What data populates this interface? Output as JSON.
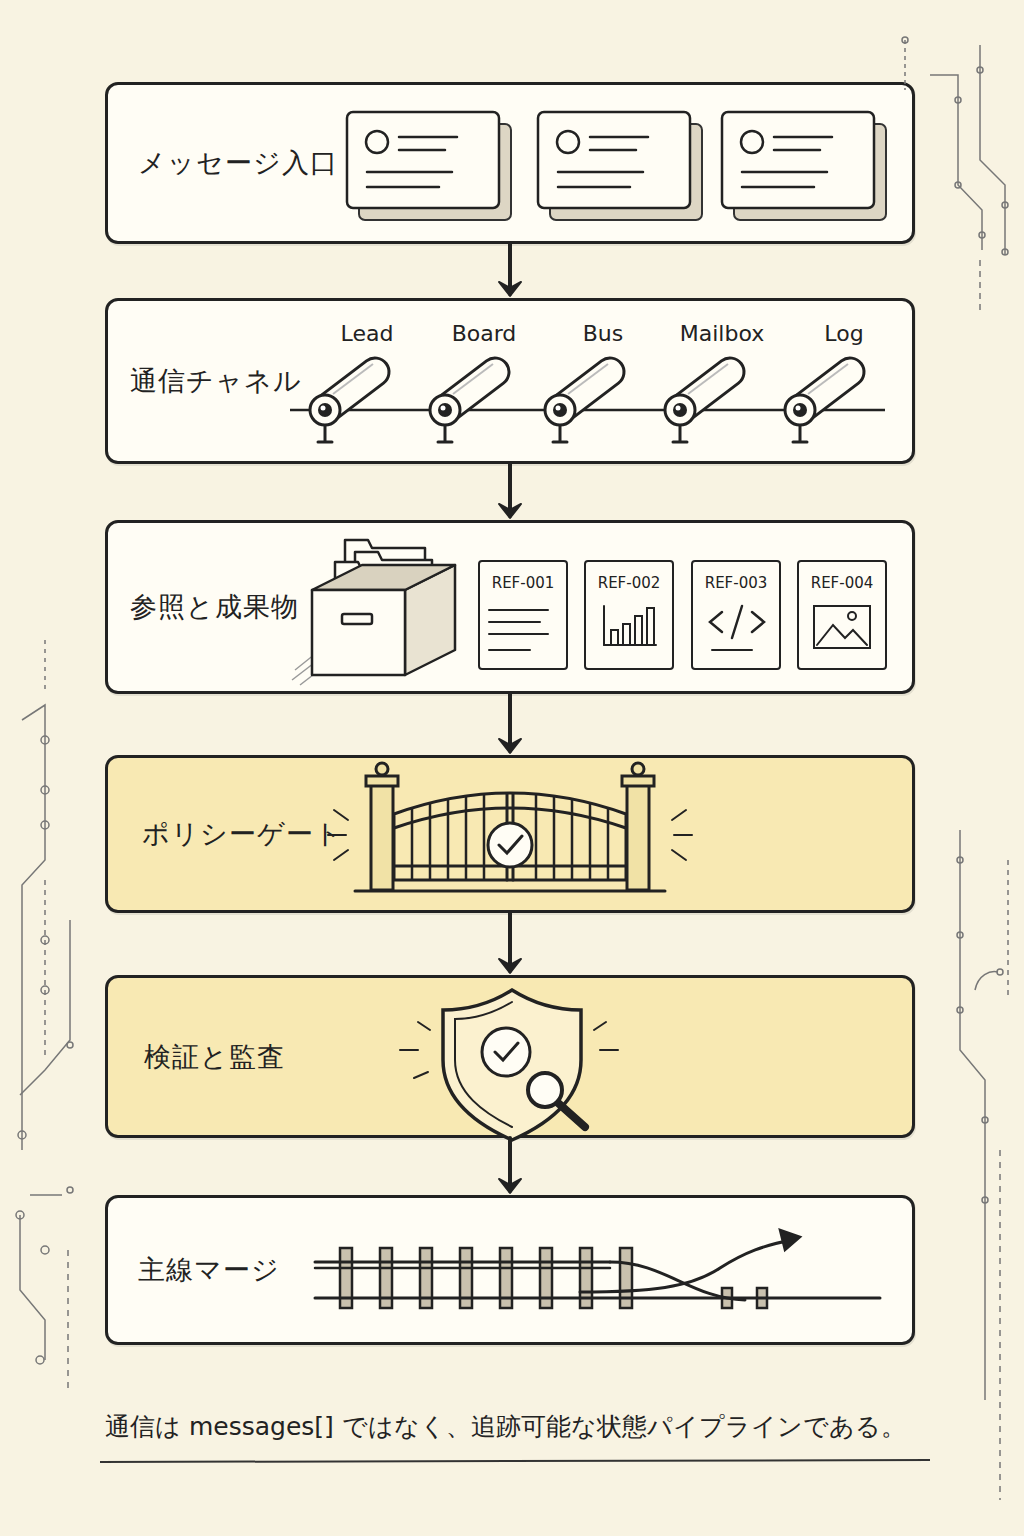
{
  "diagram": {
    "caption": "通信は messages[] ではなく、追跡可能な状態パイプラインである。",
    "nodes": [
      {
        "text": [
          "メッセージ入口"
        ]
      },
      {
        "text": [
          "通信チャネル"
        ]
      },
      {
        "text": [
          "参照と成果物"
        ]
      },
      {
        "text": [
          "REF-001"
        ],
        "in": 2
      },
      {
        "text": [
          "REF-002"
        ],
        "in": 2
      },
      {
        "text": [
          "REF-003"
        ],
        "in": 2
      },
      {
        "text": [
          "REF-004"
        ],
        "in": 2
      },
      {
        "text": [
          "ポリシーゲート"
        ]
      },
      {
        "text": [
          "検証と監査"
        ]
      },
      {
        "text": [
          "主線マージ"
        ]
      }
    ],
    "edges": [
      {
        "from": 0,
        "to": 1,
        "arrow": "to"
      },
      {
        "from": 1,
        "to": 2,
        "arrow": "to"
      },
      {
        "from": 2,
        "to": 7,
        "arrow": "to"
      },
      {
        "from": 7,
        "to": 8,
        "arrow": "to"
      },
      {
        "from": 8,
        "to": 9,
        "arrow": "to"
      }
    ],
    "labels": [
      "Lead",
      "Board",
      "Bus",
      "Mailbox",
      "Log"
    ]
  }
}
